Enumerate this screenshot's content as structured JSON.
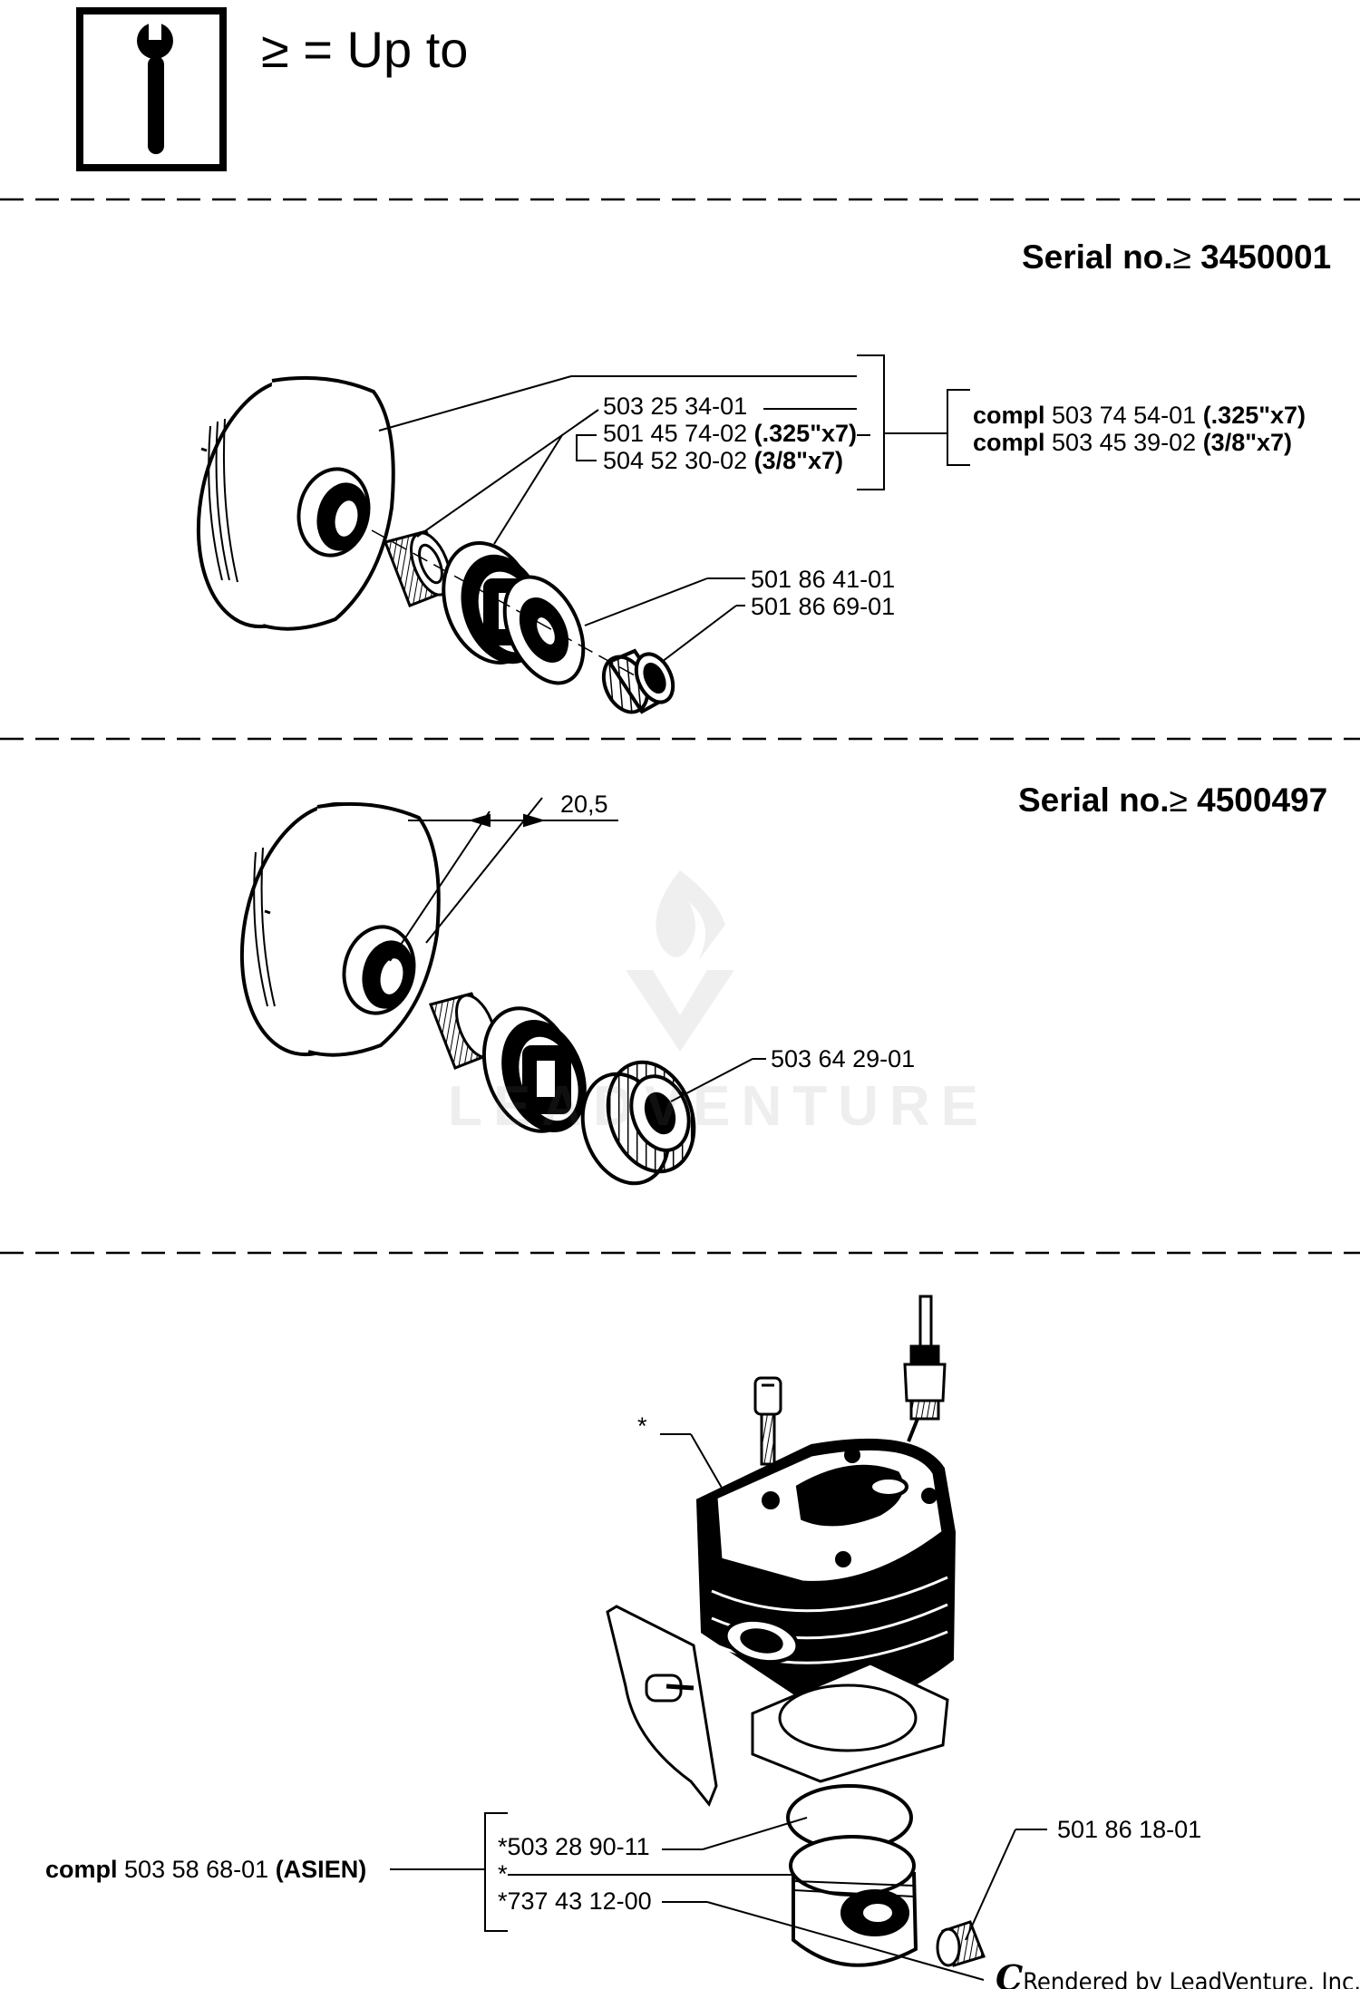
{
  "legend": {
    "symbol_icon": "wrench-info-icon",
    "text": "≥ = Up to"
  },
  "section1": {
    "serial_prefix": "Serial no.",
    "serial_sym": "≥",
    "serial_number": "3450001",
    "parts": [
      {
        "num": "503 25 34-01",
        "spec": ""
      },
      {
        "num": "501 45 74-02",
        "spec": "(.325\"x7)"
      },
      {
        "num": "504 52 30-02",
        "spec": "(3/8\"x7)"
      }
    ],
    "compl": [
      {
        "prefix": "compl",
        "num": "503 74 54-01",
        "spec": "(.325\"x7)"
      },
      {
        "prefix": "compl",
        "num": "503 45 39-02",
        "spec": "(3/8\"x7)"
      }
    ],
    "washer_parts": [
      "501 86 41-01",
      "501 86 69-01"
    ]
  },
  "section2": {
    "serial_prefix": "Serial no.",
    "serial_sym": "≥",
    "serial_number": "4500497",
    "dimension": "20,5",
    "part": "503 64 29-01"
  },
  "section3": {
    "star": "*",
    "compl_prefix": "compl",
    "compl_num": "503 58 68-01",
    "compl_spec": "(ASIEN)",
    "piston_parts": [
      "*503 28 90-11",
      "*",
      "*737 43 12-00"
    ],
    "bearing_part": "501 86 18-01"
  },
  "watermark": {
    "text": "LEADVENTURE"
  },
  "footer": {
    "c_glyph": "C",
    "text": "Rendered by LeadVenture, Inc."
  }
}
